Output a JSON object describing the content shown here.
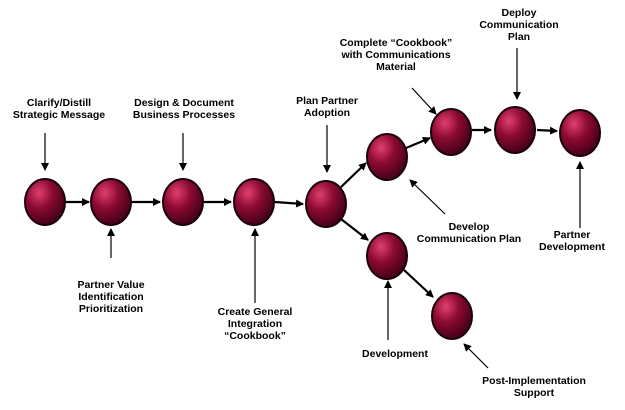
{
  "diagram": {
    "node_color": "#8c0a32",
    "line_color": "#000000",
    "labels": {
      "clarify": "Clarify/Distill\nStrategic Message",
      "partner_value": "Partner Value\nIdentification\nPrioritization",
      "design": "Design & Document\nBusiness Processes",
      "create_general": "Create General\nIntegration\n“Cookbook”",
      "plan_partner": "Plan Partner\nAdoption",
      "complete_cookbook": "Complete “Cookbook”\nwith Communications\nMaterial",
      "deploy": "Deploy\nCommunication\nPlan",
      "develop_comm": "Develop\nCommunication Plan",
      "partner_dev": "Partner\nDevelopment",
      "development": "Development",
      "post_impl": "Post-Implementation\nSupport"
    }
  }
}
